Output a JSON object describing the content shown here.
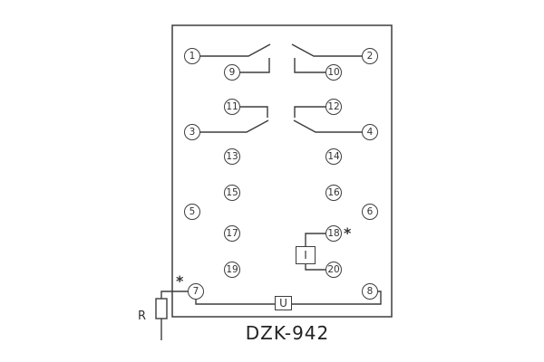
{
  "diagram": {
    "title": "DZK-942",
    "terminals": [
      "1",
      "2",
      "3",
      "4",
      "5",
      "6",
      "7",
      "8",
      "9",
      "10",
      "11",
      "12",
      "13",
      "14",
      "15",
      "16",
      "17",
      "18",
      "19",
      "20"
    ],
    "coils": {
      "current": "I",
      "voltage": "U"
    },
    "resistor_label": "R",
    "polarity_marks": {
      "near_terminal_18": "*",
      "near_terminal_7": "*"
    }
  }
}
